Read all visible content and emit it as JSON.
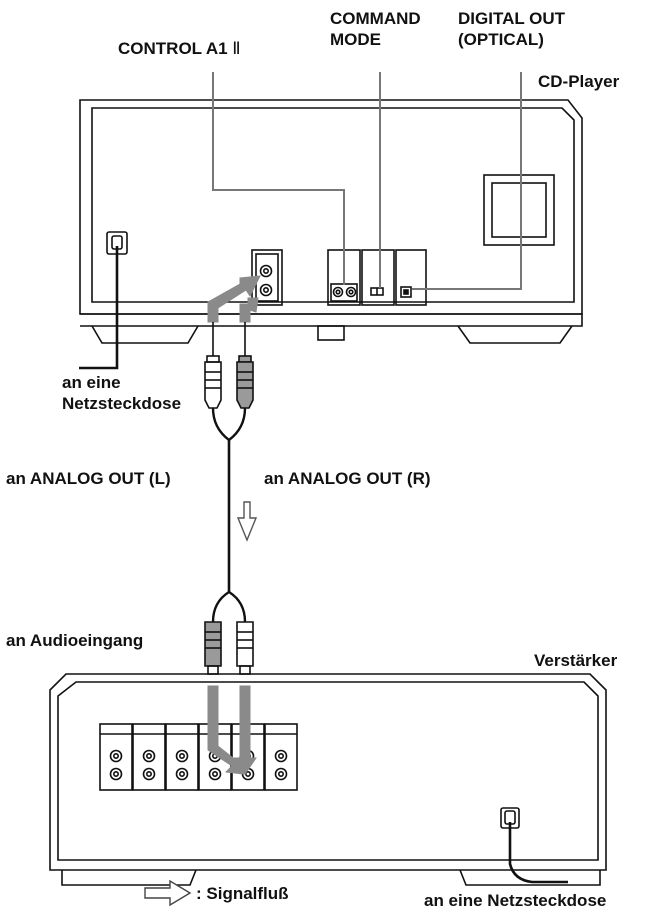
{
  "labels": {
    "control_a1_prefix": "CONTROL A1",
    "control_a1_suffix": "Ⅱ",
    "command_mode_line1": "COMMAND",
    "command_mode_line2": "MODE",
    "digital_out_line1": "DIGITAL OUT",
    "digital_out_line2": "(OPTICAL)",
    "cd_player": "CD-Player",
    "an_eine_line1": "an eine",
    "netzsteckdose": "Netzsteckdose",
    "analog_out_l": "an ANALOG OUT (L)",
    "analog_out_r": "an ANALOG OUT (R)",
    "audioeingang": "an Audioeingang",
    "verstaerker": "Verstärker",
    "netzsteckdose_amp": "an eine Netzsteckdose",
    "legend_signal": ": Signalfluß"
  },
  "colors": {
    "line": "#111111",
    "cable_gray": "#7a7a7a",
    "plug_gray": "#9a9a9a",
    "panel_fill": "#ffffff"
  }
}
